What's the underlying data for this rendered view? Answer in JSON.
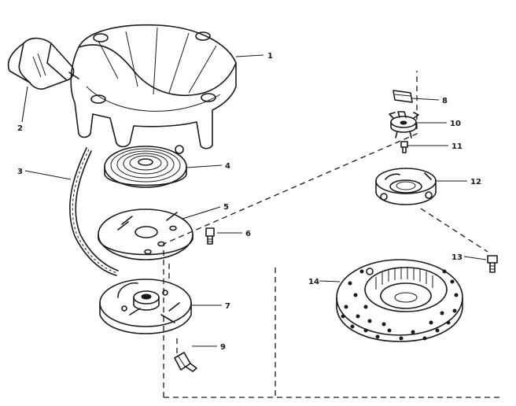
{
  "callouts": [
    {
      "id": "1",
      "label": "1"
    },
    {
      "id": "2",
      "label": "2"
    },
    {
      "id": "3",
      "label": "3"
    },
    {
      "id": "4",
      "label": "4"
    },
    {
      "id": "5",
      "label": "5"
    },
    {
      "id": "6",
      "label": "6"
    },
    {
      "id": "7",
      "label": "7"
    },
    {
      "id": "8",
      "label": "8"
    },
    {
      "id": "9",
      "label": "9"
    },
    {
      "id": "10",
      "label": "10"
    },
    {
      "id": "11",
      "label": "11"
    },
    {
      "id": "12",
      "label": "12"
    },
    {
      "id": "13",
      "label": "13"
    },
    {
      "id": "14",
      "label": "14"
    }
  ],
  "ink_color": "#1a1a1a",
  "paper_color": "#ffffff"
}
